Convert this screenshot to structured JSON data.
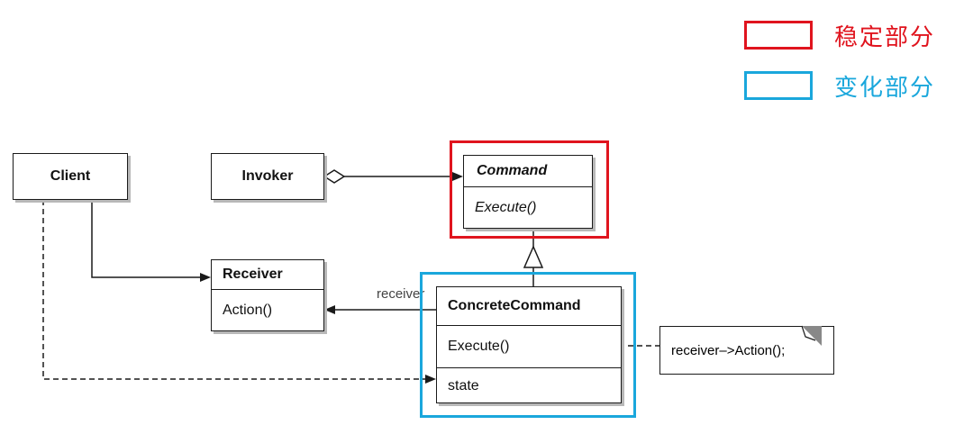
{
  "legend": {
    "items": [
      {
        "label": "稳定部分",
        "color": "#e0141e"
      },
      {
        "label": "变化部分",
        "color": "#1aa7dc"
      }
    ]
  },
  "classes": {
    "client": {
      "name": "Client"
    },
    "invoker": {
      "name": "Invoker"
    },
    "command": {
      "name": "Command",
      "operation": "Execute()"
    },
    "receiver": {
      "name": "Receiver",
      "operation": "Action()"
    },
    "concrete_command": {
      "name": "ConcreteCommand",
      "operation": "Execute()",
      "attribute": "state"
    }
  },
  "note": {
    "text": "receiver–>Action();"
  },
  "associations": {
    "receiver_role": "receiver"
  },
  "colors": {
    "stable": "#e0141e",
    "variable": "#1aa7dc",
    "line": "#1a1a1a",
    "shadow": "#b8b8b8"
  }
}
